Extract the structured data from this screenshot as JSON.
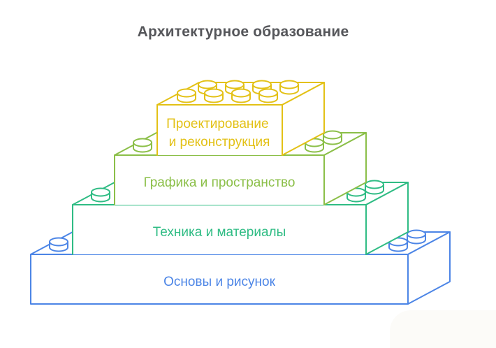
{
  "title": "Архитектурное образование",
  "colors": {
    "title": "#55565A",
    "background": "#FFFFFF",
    "foundation": "#4C85E6",
    "level2": "#2FBC84",
    "level3": "#8BBF48",
    "top": "#E3C116"
  },
  "bricks": [
    {
      "name": "foundation",
      "color": "#4C85E6",
      "label_lines": [
        "Основы и рисунок"
      ]
    },
    {
      "name": "level-2",
      "color": "#2FBC84",
      "label_lines": [
        "Техника и материалы"
      ]
    },
    {
      "name": "level-3",
      "color": "#8BBF48",
      "label_lines": [
        "Графика и пространство"
      ]
    },
    {
      "name": "top-level",
      "color": "#E3C116",
      "label_lines": [
        "Проектирование",
        "и реконструкция"
      ]
    }
  ]
}
